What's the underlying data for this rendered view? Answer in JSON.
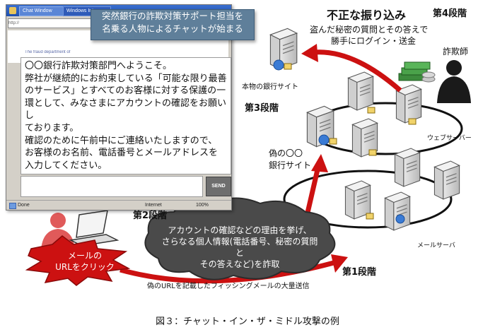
{
  "callout": {
    "line1": "突然銀行の詐欺対策サポート担当を",
    "line2": "名乗る人物によるチャットが始まる"
  },
  "chat_window": {
    "tab1": "Chat Window",
    "tab2": "Windows Int",
    "address": "http://",
    "page_line": "The fraud department of",
    "message": "〇〇銀行詐欺対策部門へようこそ。\n弊社が継続的にお約束している「可能な限り最善\nのサービス」とすべてのお客様に対する保護の一\n環として、みなさまにアカウントの確認をお願いし\nております。\n確認のために午前中にご連絡いたしますので、\nお客様のお名前、電話番号とメールアドレスを\n入力してください。",
    "send_label": "SEND",
    "status_done": "Done",
    "status_internet": "Internet",
    "status_zoom": "100%"
  },
  "labels": {
    "fraud_transfer": "不正な振り込み",
    "stage4": "第4段階",
    "stage4_desc_1": "盗んだ秘密の質問とその答えで",
    "stage4_desc_2": "勝手にログイン・送金",
    "fraudster": "詐欺師",
    "real_bank_site": "本物の銀行サイト",
    "stage3": "第3段階",
    "web_server": "ウェブサーバー",
    "fake_bank_1": "偽の〇〇",
    "fake_bank_2": "銀行サイト",
    "stage2": "第2段階",
    "mail_server": "メールサーバ",
    "stage1": "第1段階",
    "phishing_mail": "偽のURLを記載したフィッシングメールの大量送信",
    "cloud_line1": "アカウントの確認などの理由を挙げ、",
    "cloud_line2": "さらなる個人情報(電話番号、秘密の質問と",
    "cloud_line3": "その答えなど)を詐取",
    "burst_line1": "メールの",
    "burst_line2": "URLをクリック"
  },
  "caption": "図３：チャット・イン・ザ・ミドル攻撃の例",
  "colors": {
    "arrow_red": "#cc1111",
    "callout_bg": "#5f7f9a",
    "cloud_bg": "#4a4a4a",
    "burst_red": "#cc1111",
    "victim_red": "#e05a5a"
  }
}
